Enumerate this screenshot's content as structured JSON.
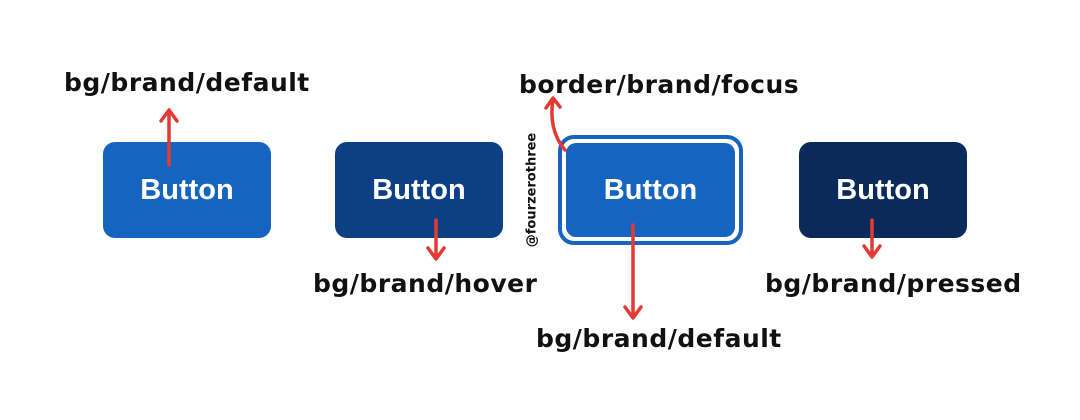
{
  "button_label": "Button",
  "labels": {
    "default_top": "bg/brand/default",
    "focus": "border/brand/focus",
    "hover": "bg/brand/hover",
    "default_bottom": "bg/brand/default",
    "pressed": "bg/brand/pressed"
  },
  "watermark": "@fourzerothree",
  "colors": {
    "default": "#1565c0",
    "hover": "#0d3f85",
    "focus_bg": "#1565c0",
    "focus_ring": "#1565c0",
    "pressed": "#0a2a5c",
    "arrow": "#e53935"
  }
}
